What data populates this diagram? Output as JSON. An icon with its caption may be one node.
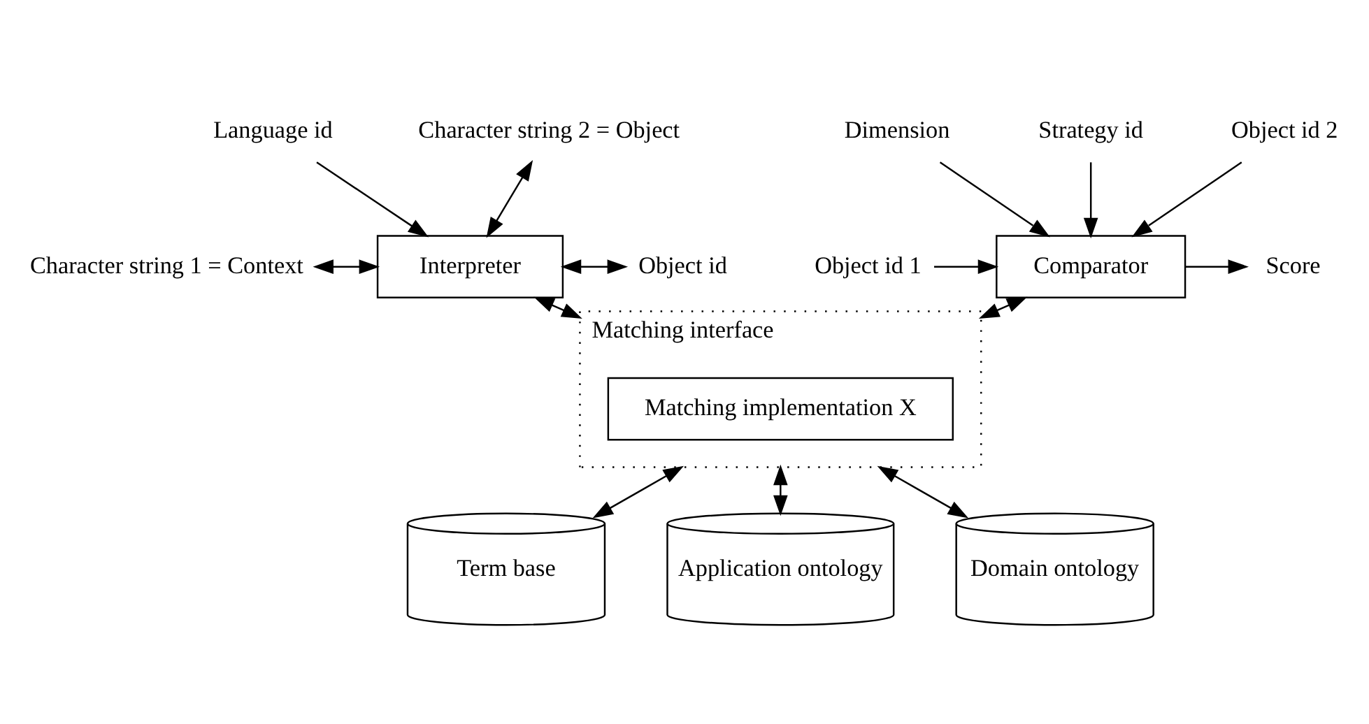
{
  "diagram": {
    "nodes": [
      {
        "text": [
          "Language id"
        ]
      },
      {
        "text": [
          "Dimension"
        ]
      },
      {
        "text": [
          "Strategy id"
        ]
      },
      {
        "text": [
          "Character string 1 = Context"
        ]
      },
      {
        "text": [
          "Interpreter"
        ]
      },
      {
        "text": [
          "Object id"
        ]
      },
      {
        "text": [
          "Object id 1"
        ]
      },
      {
        "text": [
          "Comparator"
        ]
      },
      {
        "text": [
          "Score"
        ]
      },
      {
        "text": [
          "Object id 2"
        ]
      },
      {
        "text": [
          "Character string 2 = Object"
        ]
      },
      {
        "text": [
          "Matching interface"
        ]
      },
      {
        "text": [
          "Matching implementation X"
        ],
        "in": 11
      },
      {
        "text": [
          "Term base"
        ]
      },
      {
        "text": [
          "Application ontology"
        ]
      },
      {
        "text": [
          "Domain ontology"
        ]
      }
    ],
    "edges": [
      {
        "from": 0,
        "to": 4,
        "arrow": "to"
      },
      {
        "from": 3,
        "to": 4,
        "arrow": "both"
      },
      {
        "from": 10,
        "to": 4,
        "arrow": "both"
      },
      {
        "from": 4,
        "to": 5,
        "arrow": "both"
      },
      {
        "from": 1,
        "to": 7,
        "arrow": "to"
      },
      {
        "from": 2,
        "to": 7,
        "arrow": "to"
      },
      {
        "from": 6,
        "to": 7,
        "arrow": "to"
      },
      {
        "from": 9,
        "to": 7,
        "arrow": "to"
      },
      {
        "from": 7,
        "to": 8,
        "arrow": "to"
      },
      {
        "from": 4,
        "to": 11,
        "arrow": "both"
      },
      {
        "from": 7,
        "to": 11,
        "arrow": "both"
      },
      {
        "from": 11,
        "to": 13,
        "arrow": "both"
      },
      {
        "from": 11,
        "to": 14,
        "arrow": "both"
      },
      {
        "from": 11,
        "to": 15,
        "arrow": "both"
      }
    ]
  }
}
